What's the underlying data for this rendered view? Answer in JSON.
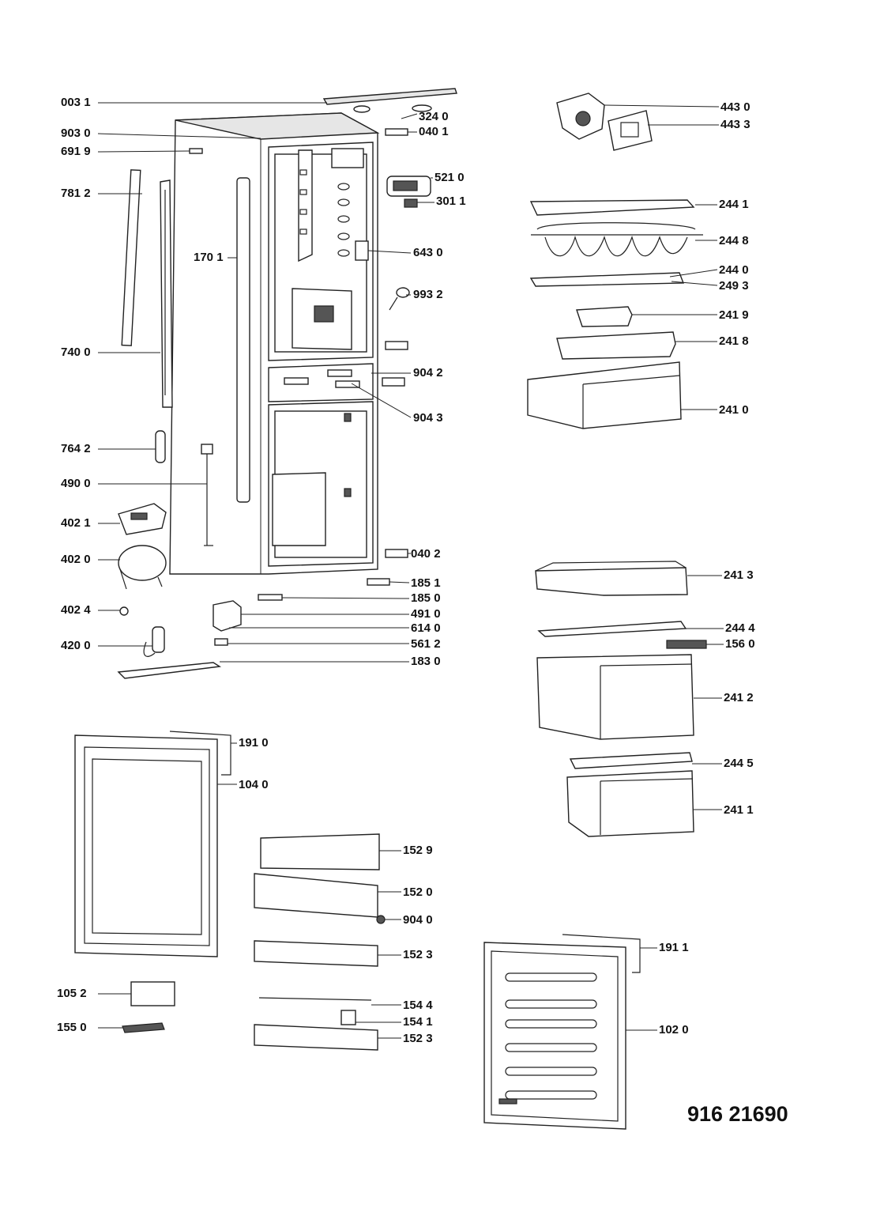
{
  "model_number": "916 21690",
  "callouts": {
    "c0031": "003 1",
    "c9030": "903 0",
    "c6919": "691 9",
    "c7812": "781 2",
    "c7400": "740 0",
    "c7642": "764 2",
    "c4900": "490 0",
    "c4021": "402 1",
    "c4020": "402 0",
    "c4024": "402 4",
    "c4200": "420 0",
    "c3240": "324 0",
    "c0401": "040 1",
    "c5210": "521 0",
    "c3011": "301 1",
    "c1701": "170 1",
    "c6430": "643 0",
    "c9932": "993 2",
    "c9042": "904 2",
    "c9043": "904 3",
    "c0402": "040 2",
    "c1851": "185 1",
    "c1850": "185 0",
    "c4910": "491 0",
    "c6140": "614 0",
    "c5612": "561 2",
    "c1830": "183 0",
    "c4430": "443 0",
    "c4433": "443 3",
    "c2441": "244 1",
    "c2448": "244 8",
    "c2440": "244 0",
    "c2493": "249 3",
    "c2419": "241 9",
    "c2418": "241 8",
    "c2410": "241 0",
    "c2413": "241 3",
    "c2444": "244 4",
    "c1560": "156 0",
    "c2412": "241 2",
    "c2445": "244 5",
    "c2411": "241 1",
    "c1910": "191 0",
    "c1040": "104 0",
    "c1529": "152 9",
    "c1520": "152 0",
    "c9040": "904 0",
    "c1523a": "152 3",
    "c1052": "105 2",
    "c1544": "154 4",
    "c1541": "154 1",
    "c1550": "155 0",
    "c1523b": "152 3",
    "c1911": "191 1",
    "c1020": "102 0"
  }
}
